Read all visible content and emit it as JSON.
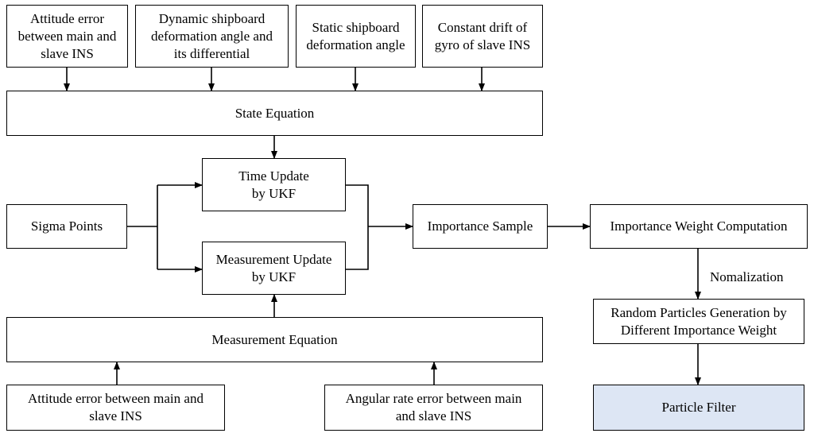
{
  "nodes": {
    "attitude_error_top": "Attitude error\nbetween main and\nslave INS",
    "dynamic_deformation": "Dynamic shipboard\ndeformation angle and\nits differential",
    "static_deformation": "Static shipboard\ndeformation angle",
    "constant_drift": "Constant drift of\ngyro of slave INS",
    "state_equation": "State Equation",
    "time_update": "Time Update\nby UKF",
    "sigma_points": "Sigma Points",
    "measurement_update": "Measurement Update\nby UKF",
    "importance_sample": "Importance Sample",
    "importance_weight": "Importance Weight Computation",
    "random_particles": "Random Particles Generation by\nDifferent Importance Weight",
    "measurement_equation": "Measurement Equation",
    "attitude_error_bottom": "Attitude error between main and\nslave INS",
    "angular_rate_error": "Angular rate error between main\nand slave INS",
    "particle_filter": "Particle Filter"
  },
  "edge_labels": {
    "normalization": "Nomalization"
  },
  "colors": {
    "line": "#000000",
    "highlight_fill": "#dde6f4"
  }
}
